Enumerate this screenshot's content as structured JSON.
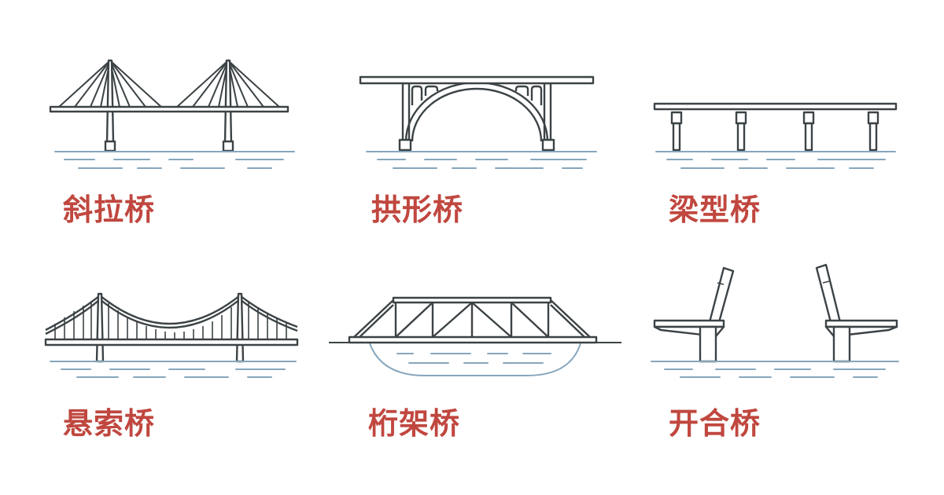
{
  "colors": {
    "structure": "#3c4346",
    "water": "#86a6bd",
    "label": "#c0473f",
    "background": "#ffffff"
  },
  "bridges": [
    {
      "label": "斜拉桥",
      "icon": "cable-stayed-bridge-icon"
    },
    {
      "label": "拱形桥",
      "icon": "arch-bridge-icon"
    },
    {
      "label": "梁型桥",
      "icon": "beam-bridge-icon"
    },
    {
      "label": "悬索桥",
      "icon": "suspension-bridge-icon"
    },
    {
      "label": "桁架桥",
      "icon": "truss-bridge-icon"
    },
    {
      "label": "开合桥",
      "icon": "bascule-bridge-icon"
    }
  ]
}
